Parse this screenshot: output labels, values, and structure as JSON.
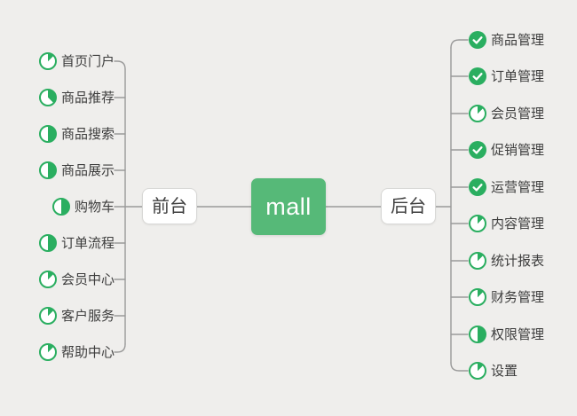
{
  "canvas": {
    "background": "#efeeec"
  },
  "palette": {
    "icon_green": "#2aae60",
    "root_green": "#56b978",
    "line_gray": "#9a9a9a",
    "text_gray": "#3d3d3d",
    "box_background": "#ffffff",
    "box_border": "#d8d8d6"
  },
  "root": {
    "label": "mall"
  },
  "branches": [
    {
      "id": "frontend",
      "label": "前台",
      "side": "left",
      "items": [
        {
          "label": "首页门户",
          "icon": "progress",
          "fraction": 0.125
        },
        {
          "label": "商品推荐",
          "icon": "progress",
          "fraction": 0.375
        },
        {
          "label": "商品搜索",
          "icon": "progress",
          "fraction": 0.5
        },
        {
          "label": "商品展示",
          "icon": "progress",
          "fraction": 0.5
        },
        {
          "label": "购物车",
          "icon": "progress",
          "fraction": 0.5
        },
        {
          "label": "订单流程",
          "icon": "progress",
          "fraction": 0.5
        },
        {
          "label": "会员中心",
          "icon": "progress",
          "fraction": 0.125
        },
        {
          "label": "客户服务",
          "icon": "progress",
          "fraction": 0.125
        },
        {
          "label": "帮助中心",
          "icon": "progress",
          "fraction": 0.125
        }
      ]
    },
    {
      "id": "backend",
      "label": "后台",
      "side": "right",
      "items": [
        {
          "label": "商品管理",
          "icon": "done"
        },
        {
          "label": "订单管理",
          "icon": "done"
        },
        {
          "label": "会员管理",
          "icon": "progress",
          "fraction": 0.125
        },
        {
          "label": "促销管理",
          "icon": "done"
        },
        {
          "label": "运营管理",
          "icon": "done"
        },
        {
          "label": "内容管理",
          "icon": "progress",
          "fraction": 0.125
        },
        {
          "label": "统计报表",
          "icon": "progress",
          "fraction": 0.125
        },
        {
          "label": "财务管理",
          "icon": "progress",
          "fraction": 0.125
        },
        {
          "label": "权限管理",
          "icon": "progress",
          "fraction": 0.5
        },
        {
          "label": "设置",
          "icon": "progress",
          "fraction": 0.125
        }
      ]
    }
  ]
}
